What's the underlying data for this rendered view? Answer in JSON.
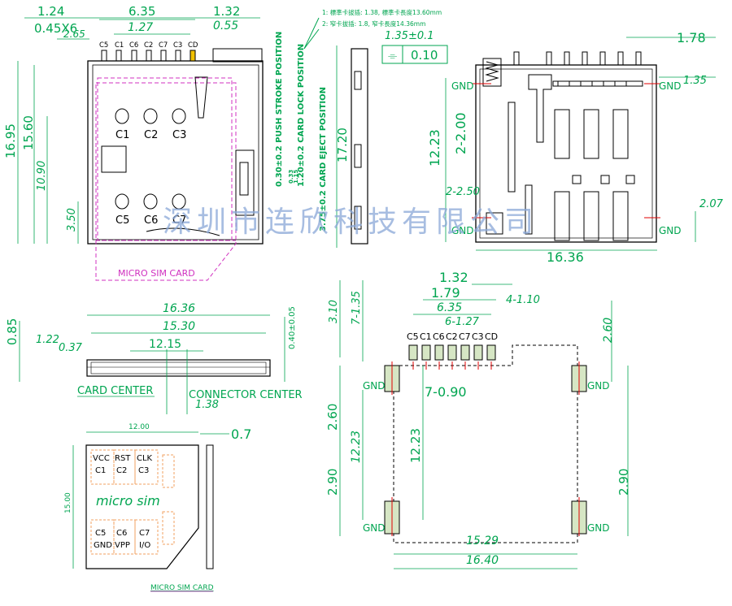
{
  "notes": {
    "line1": "1: 標準卡拔插: 1.38, 標準卡長度13.60mm",
    "line2": "2: 窄卡拔插: 1.8, 窄卡長度14.36mm"
  },
  "watermark": "深圳市连欣科技有限公司",
  "top_view": {
    "dims_top": [
      "1.24",
      "6.35",
      "1.32",
      "0.45X6",
      "2.65",
      "1.27",
      "0.55"
    ],
    "pin_header": [
      "C5",
      "C1",
      "C6",
      "C2",
      "C7",
      "C3",
      "CD"
    ],
    "dims_left": [
      "16.95",
      "15.60",
      "10.90",
      "3.50"
    ],
    "contacts_top": [
      "C1",
      "C2",
      "C3"
    ],
    "contacts_bottom": [
      "C5",
      "C6",
      "C7"
    ],
    "position_notes": [
      "0.30±0.2 PUSH STROKE POSITION",
      "1.20±0.2 CARD LOCK POSITION",
      "3.75±0.2 CARD EJECT POSITION"
    ],
    "small_dims": [
      "0.33",
      "1.15"
    ],
    "card_label": "MICRO SIM CARD"
  },
  "side_view": {
    "height": "17.20",
    "dim": "1.35±0.1",
    "flatness_value": "0.10"
  },
  "bottom_view": {
    "dims": [
      "1.78",
      "1.35",
      "2-2.00",
      "12.23",
      "2-2.50",
      "2.07",
      "16.36"
    ],
    "gnd_label": "GND"
  },
  "front_view": {
    "dims": [
      "16.36",
      "15.30",
      "12.15",
      "0.85",
      "1.22",
      "0.37",
      "0.40±0.05",
      "1.38"
    ],
    "card_center": "CARD CENTER",
    "connector_center": "CONNECTOR CENTER"
  },
  "pcb_layout": {
    "dims_top": [
      "1.32",
      "1.79",
      "6.35",
      "6-1.27",
      "4-1.10",
      "3.10",
      "7-1.35",
      "2.60"
    ],
    "pin_labels": [
      "C5",
      "C1",
      "C6",
      "C2",
      "C7",
      "C3",
      "CD"
    ],
    "pitch_dim": "7-0.90",
    "dims_left": [
      "2.60",
      "12.23",
      "12.23",
      "2.90"
    ],
    "dims_right": [
      "2.90"
    ],
    "dims_bottom": [
      "15.29",
      "16.40"
    ],
    "gnd_label": "GND"
  },
  "sim_card": {
    "width": "12.00",
    "height": "15.00",
    "thickness": "0.7",
    "row1_top": [
      "VCC",
      "RST",
      "CLK"
    ],
    "row1_bottom": [
      "C1",
      "C2",
      "C3"
    ],
    "center_text": "micro  sim",
    "row2_top": [
      "C5",
      "C6",
      "C7"
    ],
    "row2_bottom": [
      "GND",
      "VPP",
      "I/O"
    ],
    "caption": "MICRO SIM CARD"
  }
}
